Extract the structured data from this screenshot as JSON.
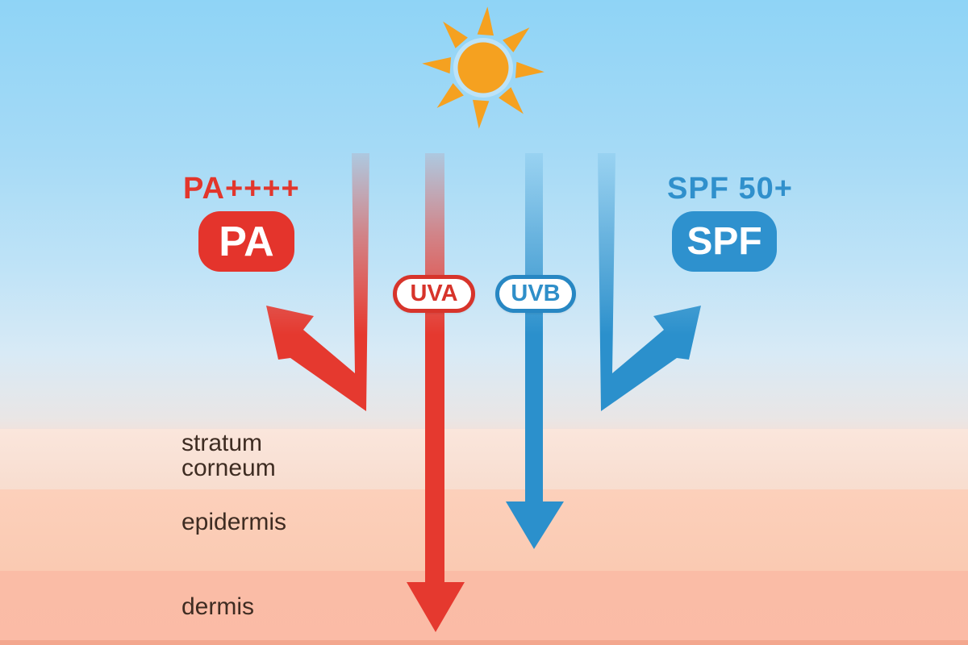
{
  "protection": {
    "pa": {
      "rating": "PA++++",
      "badge": "PA"
    },
    "spf": {
      "rating": "SPF 50+",
      "badge": "SPF"
    }
  },
  "rays": {
    "uva": "UVA",
    "uvb": "UVB"
  },
  "skin_layers": [
    {
      "label": "stratum corneum"
    },
    {
      "label": "epidermis"
    },
    {
      "label": "dermis"
    }
  ],
  "icons": {
    "sun": "sun-icon"
  },
  "colors": {
    "uva_red": "#E5392F",
    "uvb_blue": "#2B90CC",
    "pa_badge_red": "#E4342C",
    "spf_badge_blue": "#2E91CE",
    "sun_orange": "#F5A120",
    "sky_top": "#8FD4F6",
    "stratum_corneum": "#F9E2D6",
    "epidermis": "#FBCDB6",
    "dermis": "#FABBA6",
    "layer_text": "#3E2C22"
  }
}
